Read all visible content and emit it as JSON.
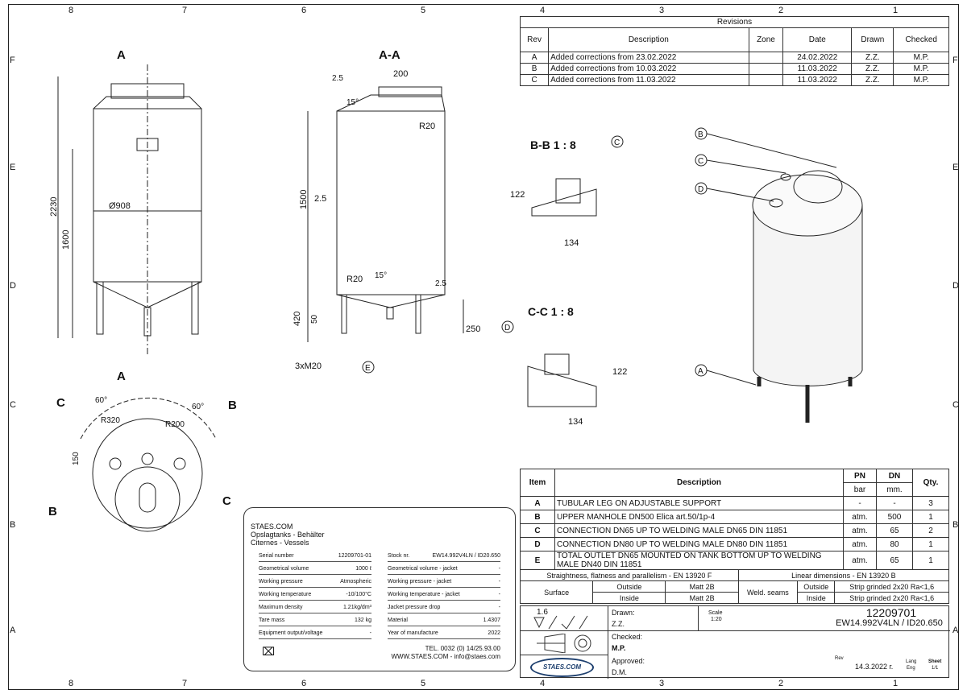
{
  "ruler": {
    "columns": [
      "8",
      "7",
      "6",
      "5",
      "4",
      "3",
      "2",
      "1"
    ],
    "rows": [
      "F",
      "E",
      "D",
      "C",
      "B",
      "A"
    ]
  },
  "views": {
    "section_aa": "A-A",
    "section_bb": "B-B 1 : 8",
    "section_cc": "C-C 1 : 8",
    "cut_label": "A",
    "dims_front": [
      "2230",
      "1600",
      "Ø908"
    ],
    "dims_section": [
      "200",
      "2.5",
      "15°",
      "R20",
      "1500",
      "2.5",
      "R20",
      "15°",
      "2.5",
      "420",
      "50",
      "250",
      "3xM20"
    ],
    "dims_bb": [
      "122",
      "134"
    ],
    "dims_cc": [
      "122",
      "134"
    ],
    "dims_top": [
      "60°",
      "60°",
      "R320",
      "R200",
      "150"
    ],
    "callouts": [
      "A",
      "B",
      "C",
      "D",
      "E"
    ]
  },
  "revisions": {
    "title": "Revisions",
    "headers": [
      "Rev",
      "Description",
      "Zone",
      "Date",
      "Drawn",
      "Checked"
    ],
    "rows": [
      [
        "A",
        "Added corrections from 23.02.2022",
        "",
        "24.02.2022",
        "Z.Z.",
        "M.P."
      ],
      [
        "B",
        "Added corrections from 10.03.2022",
        "",
        "11.03.2022",
        "Z.Z.",
        "M.P."
      ],
      [
        "C",
        "Added corrections from 11.03.2022",
        "",
        "11.03.2022",
        "Z.Z.",
        "M.P."
      ]
    ]
  },
  "items": {
    "headers": {
      "item": "Item",
      "description": "Description",
      "pn": "PN",
      "dn": "DN",
      "qty": "Qty.",
      "pn_unit": "bar",
      "dn_unit": "mm."
    },
    "rows": [
      [
        "A",
        "TUBULAR LEG ON  ADJUSTABLE SUPPORT",
        "-",
        "-",
        "3"
      ],
      [
        "B",
        "UPPER MANHOLE DN500 Elica art.50/1p-4",
        "atm.",
        "500",
        "1"
      ],
      [
        "C",
        "CONNECTION DN65 UP TO WELDING MALE DN65 DIN 11851",
        "atm.",
        "65",
        "2"
      ],
      [
        "D",
        "CONNECTION DN80 UP TO WELDING MALE DN80 DIN 11851",
        "atm.",
        "80",
        "1"
      ],
      [
        "E",
        "TOTAL OUTLET DN65 MOUNTED ON TANK BOTTOM UP TO WELDING MALE DN40 DIN 11851",
        "atm.",
        "65",
        "1"
      ]
    ]
  },
  "nameplate": {
    "company": "STAES.COM",
    "line2": "Opslagtanks - Behälter",
    "line3": "Citernes - Vessels",
    "left": [
      [
        "Serial number",
        "12209701-01"
      ],
      [
        "Geometrical volume",
        "1000 ℓ"
      ],
      [
        "Working pressure",
        "Atmospheric"
      ],
      [
        "Working temperature",
        "-10/100°C"
      ],
      [
        "Maximum density",
        "1.21kg/dm³"
      ],
      [
        "Tare mass",
        "132 kg"
      ],
      [
        "Equipment output/voltage",
        "-"
      ]
    ],
    "right": [
      [
        "Stock nr.",
        "EW14.992V4LN / ID20.650"
      ],
      [
        "Geometrical volume - jacket",
        "-"
      ],
      [
        "Working pressure - jacket",
        "-"
      ],
      [
        "Working temperature - jacket",
        "-"
      ],
      [
        "Jacket pressure drop",
        "-"
      ],
      [
        "Material",
        "1.4307"
      ],
      [
        "Year of manufacture",
        "2022"
      ]
    ],
    "tel": "TEL. 0032 (0) 14/25.93.00",
    "web": "WWW.STAES.COM - info@staes.com"
  },
  "titleblock": {
    "tolerance_left": "Straightness, flatness and parallelism - EN 13920 F",
    "tolerance_right": "Linear dimensions - EN 13920 B",
    "surface": "Surface",
    "outside": "Outside",
    "inside": "Inside",
    "matt_out": "Matt 2B",
    "matt_in": "Matt 2B",
    "weld": "Weld. seams",
    "strip_out": "Strip grinded 2x20 Ra<1,6",
    "strip_in": "Strip grinded 2x20 Ra<1,6",
    "roughness": "1.6",
    "drawn_label": "Drawn:",
    "drawn": "Z.Z.",
    "checked_label": "Checked:",
    "checked": "M.P.",
    "approved_label": "Approved:",
    "approved": "D.M.",
    "scale_label": "Scale",
    "scale": "1:20",
    "number": "12209701",
    "code": "EW14.992V4LN / ID20.650",
    "rev_label": "Rev",
    "date": "14.3.2022 г.",
    "lang_label": "Lang",
    "lang": "Eng",
    "sheet_label": "Sheet",
    "sheet": "1/1",
    "logo": "STAES.COM"
  }
}
